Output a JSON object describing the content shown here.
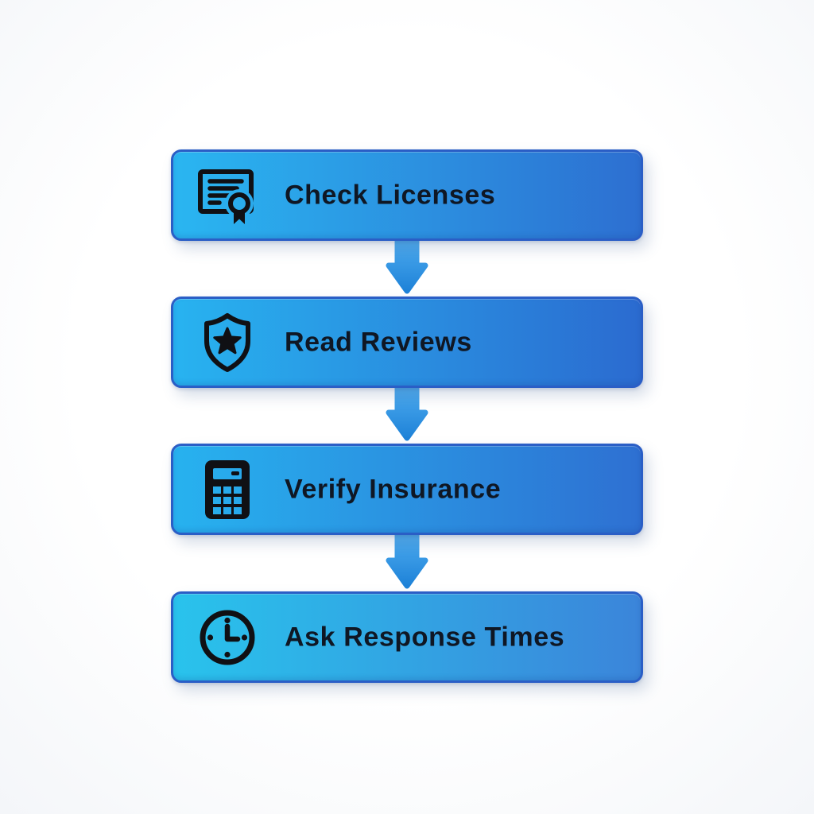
{
  "flow": {
    "title": "contractor-vetting-steps",
    "border_color": "#2a5ec6",
    "text_color": "#0f1724",
    "icon_color": "#101014",
    "steps": [
      {
        "label": "Check Licenses",
        "icon": "certificate-icon",
        "gradient": [
          "#2ab6f1",
          "#2d6fd1"
        ]
      },
      {
        "label": "Read Reviews",
        "icon": "shield-star-icon",
        "gradient": [
          "#28b3f0",
          "#2b6bd0"
        ]
      },
      {
        "label": "Verify Insurance",
        "icon": "calculator-icon",
        "gradient": [
          "#27b2ef",
          "#2e70d2"
        ]
      },
      {
        "label": "Ask Response Times",
        "icon": "clock-icon",
        "gradient": [
          "#29c3ec",
          "#3b85da"
        ]
      }
    ],
    "connector": {
      "icon": "down-arrow-icon",
      "gradient": [
        "#4fadf0",
        "#1e82d8"
      ]
    }
  }
}
